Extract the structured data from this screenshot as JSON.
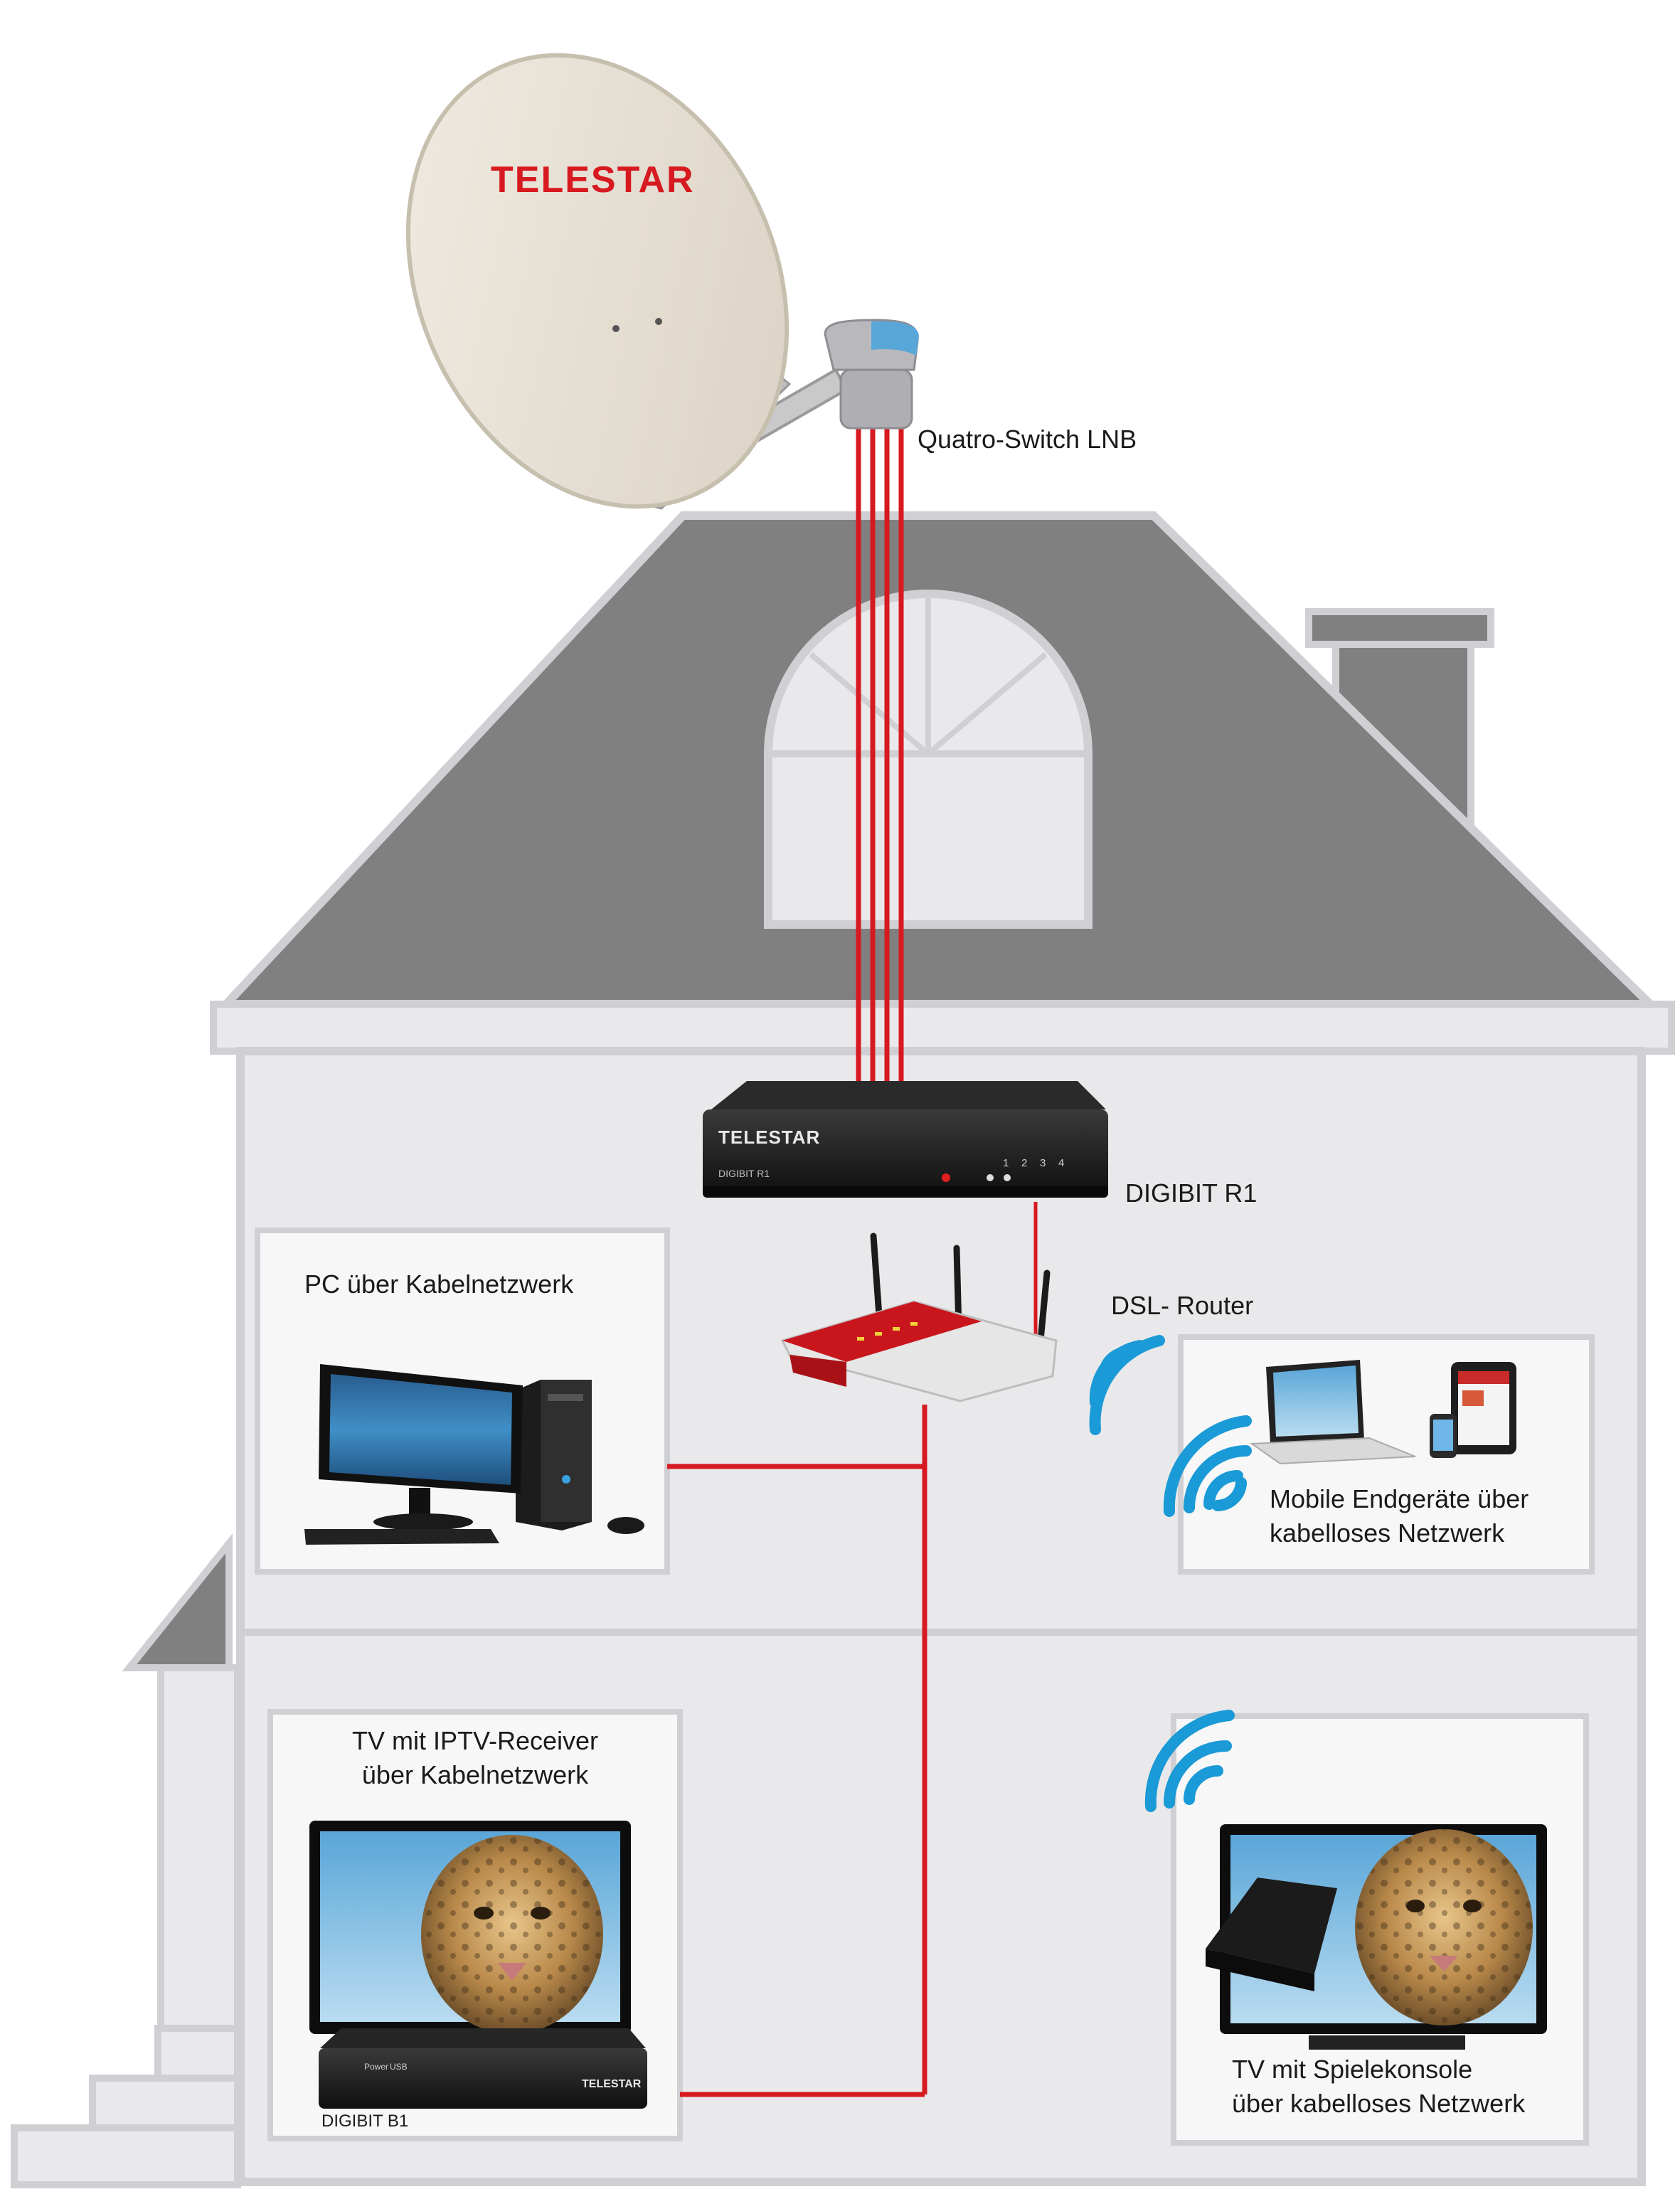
{
  "labels": {
    "lnb": "Quatro-Switch LNB",
    "digibit_r1": "DIGIBIT R1",
    "dsl_router": "DSL- Router",
    "pc_title": "PC über Kabelnetzwerk",
    "mobile_line1": "Mobile Endgeräte über",
    "mobile_line2": "kabelloses Netzwerk",
    "tv_iptv_line1": "TV mit IPTV-Receiver",
    "tv_iptv_line2": "über Kabelnetzwerk",
    "digibit_b1": "DIGIBIT B1",
    "tv_console_line1": "TV mit Spielekonsole",
    "tv_console_line2": "über kabelloses Netzwerk"
  },
  "device_text": {
    "dish_brand": "TELESTAR",
    "r1_brand": "TELESTAR",
    "r1_model": "DIGIBIT R1",
    "r1_ports": [
      "1",
      "2",
      "3",
      "4"
    ],
    "b1_brand": "TELESTAR",
    "b1_power": "Power",
    "b1_usb": "USB"
  },
  "colors": {
    "cable": "#d71920",
    "wifi": "#1a9ad6",
    "roof": "#808080",
    "house_wall": "#e9e9eb",
    "house_outline": "#d0d0d4",
    "brand_red": "#d71920"
  }
}
